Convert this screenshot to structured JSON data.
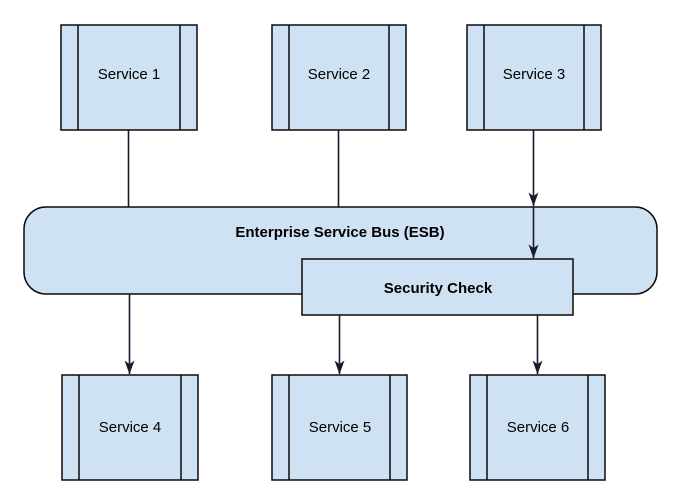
{
  "diagram": {
    "type": "architecture-diagram",
    "background_color": "#ffffff",
    "shape_fill": "#cfe2f3",
    "shape_stroke": "#0b0b0b",
    "connector_color": "#1a1a2e",
    "title_text": "",
    "top_services": [
      {
        "id": "service-1",
        "label": "Service 1"
      },
      {
        "id": "service-2",
        "label": "Service 2"
      },
      {
        "id": "service-3",
        "label": "Service 3"
      }
    ],
    "bus": {
      "id": "enterprise-service-bus",
      "label": "Enterprise Service Bus (ESB)"
    },
    "security": {
      "id": "security-check",
      "label": "Security Check"
    },
    "bottom_services": [
      {
        "id": "service-4",
        "label": "Service 4"
      },
      {
        "id": "service-5",
        "label": "Service 5"
      },
      {
        "id": "service-6",
        "label": "Service 6"
      }
    ],
    "connectors": [
      {
        "id": "service-1-to-bus",
        "from": "Service 1",
        "to": "Enterprise Service Bus (ESB)",
        "arrowhead": false
      },
      {
        "id": "service-2-to-bus",
        "from": "Service 2",
        "to": "Enterprise Service Bus (ESB)",
        "arrowhead": false
      },
      {
        "id": "service-3-to-bus",
        "from": "Service 3",
        "to": "Enterprise Service Bus (ESB)",
        "arrowhead": true
      },
      {
        "id": "bus-to-security-check",
        "from": "Enterprise Service Bus (ESB)",
        "to": "Security Check",
        "arrowhead": true
      },
      {
        "id": "bus-to-service-4",
        "from": "Enterprise Service Bus (ESB)",
        "to": "Service 4",
        "arrowhead": true
      },
      {
        "id": "security-check-to-service-5",
        "from": "Security Check",
        "to": "Service 5",
        "arrowhead": true
      },
      {
        "id": "security-check-to-service-6",
        "from": "Security Check",
        "to": "Service 6",
        "arrowhead": true
      }
    ]
  }
}
